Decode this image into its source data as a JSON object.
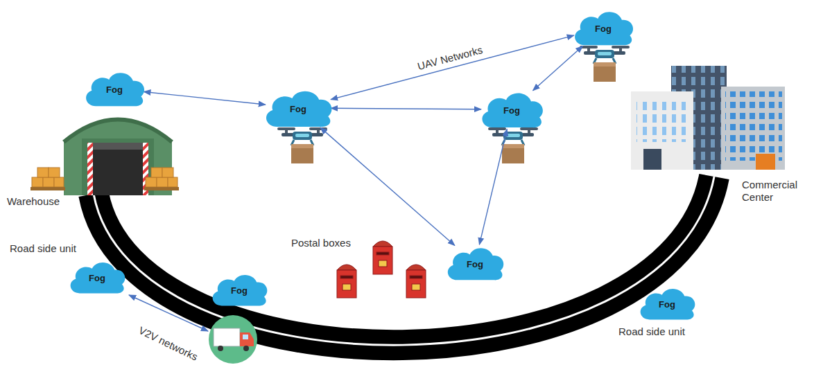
{
  "diagram": {
    "nodes": [
      {
        "text": [
          "Fog"
        ]
      },
      {
        "text": [
          "Fog"
        ]
      },
      {
        "text": [
          "Fog"
        ]
      },
      {
        "text": [
          "Fog"
        ]
      },
      {
        "text": [
          "Fog"
        ]
      },
      {
        "text": [
          "Fog"
        ]
      },
      {
        "text": [
          "Fog"
        ]
      },
      {
        "text": [
          "Fog"
        ]
      }
    ],
    "edges": [
      {
        "from": 0,
        "to": 1,
        "arrow": "both"
      },
      {
        "from": 1,
        "to": 3,
        "label": "UAV Networks",
        "arrow": "both"
      },
      {
        "from": 1,
        "to": 2,
        "arrow": "both"
      },
      {
        "from": 2,
        "to": 3,
        "arrow": "both"
      },
      {
        "from": 1,
        "to": 4,
        "arrow": "both"
      },
      {
        "from": 2,
        "to": 4,
        "arrow": "both"
      }
    ],
    "labels": [
      "Warehouse",
      "Road side unit",
      "Postal boxes",
      "Commercial Center",
      "Road side unit",
      "V2V networks"
    ]
  }
}
